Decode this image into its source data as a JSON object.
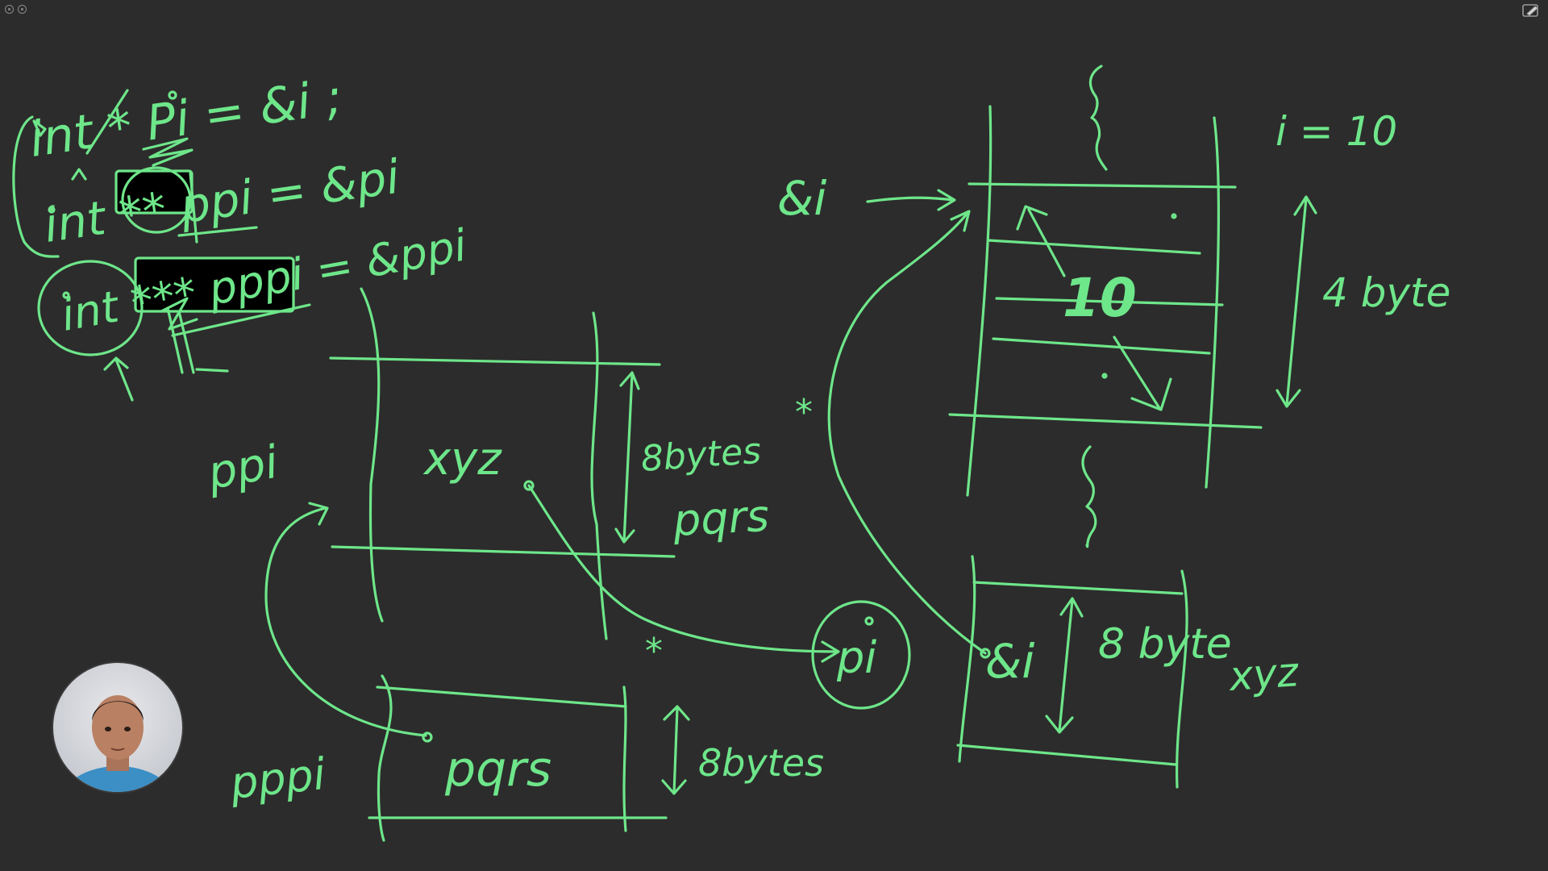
{
  "window": {
    "controls": [
      "close-icon",
      "minimize-icon"
    ],
    "edit_icon": "pen-icon"
  },
  "colors": {
    "background": "#2c2c2c",
    "ink": "#6ee68a",
    "chrome": "#8a8a8a"
  },
  "board": {
    "code": {
      "line1": "int * Pi = &i ;",
      "line2": "int ** ppi = &pi",
      "line3": "int *** pppi = &ppi"
    },
    "labels": {
      "ppi_name": "ppi",
      "ppi_value": "xyz",
      "ppi_address": "pqrs",
      "ppi_size": "8bytes",
      "pppi_name": "pppi",
      "pppi_value": "pqrs",
      "pppi_size": "8bytes",
      "deref_star_1": "*",
      "deref_star_2": "*",
      "pi_circle": "pi",
      "pi_value": "&i",
      "pi_size": "8 byte",
      "pi_address": "xyz",
      "i_address": "&i",
      "i_value": "10",
      "i_decl": "i = 10",
      "i_size": "4 byte",
      "brace_top": "{",
      "brace_mid": "{"
    }
  },
  "presenter": {
    "avatar": "presenter-avatar"
  }
}
